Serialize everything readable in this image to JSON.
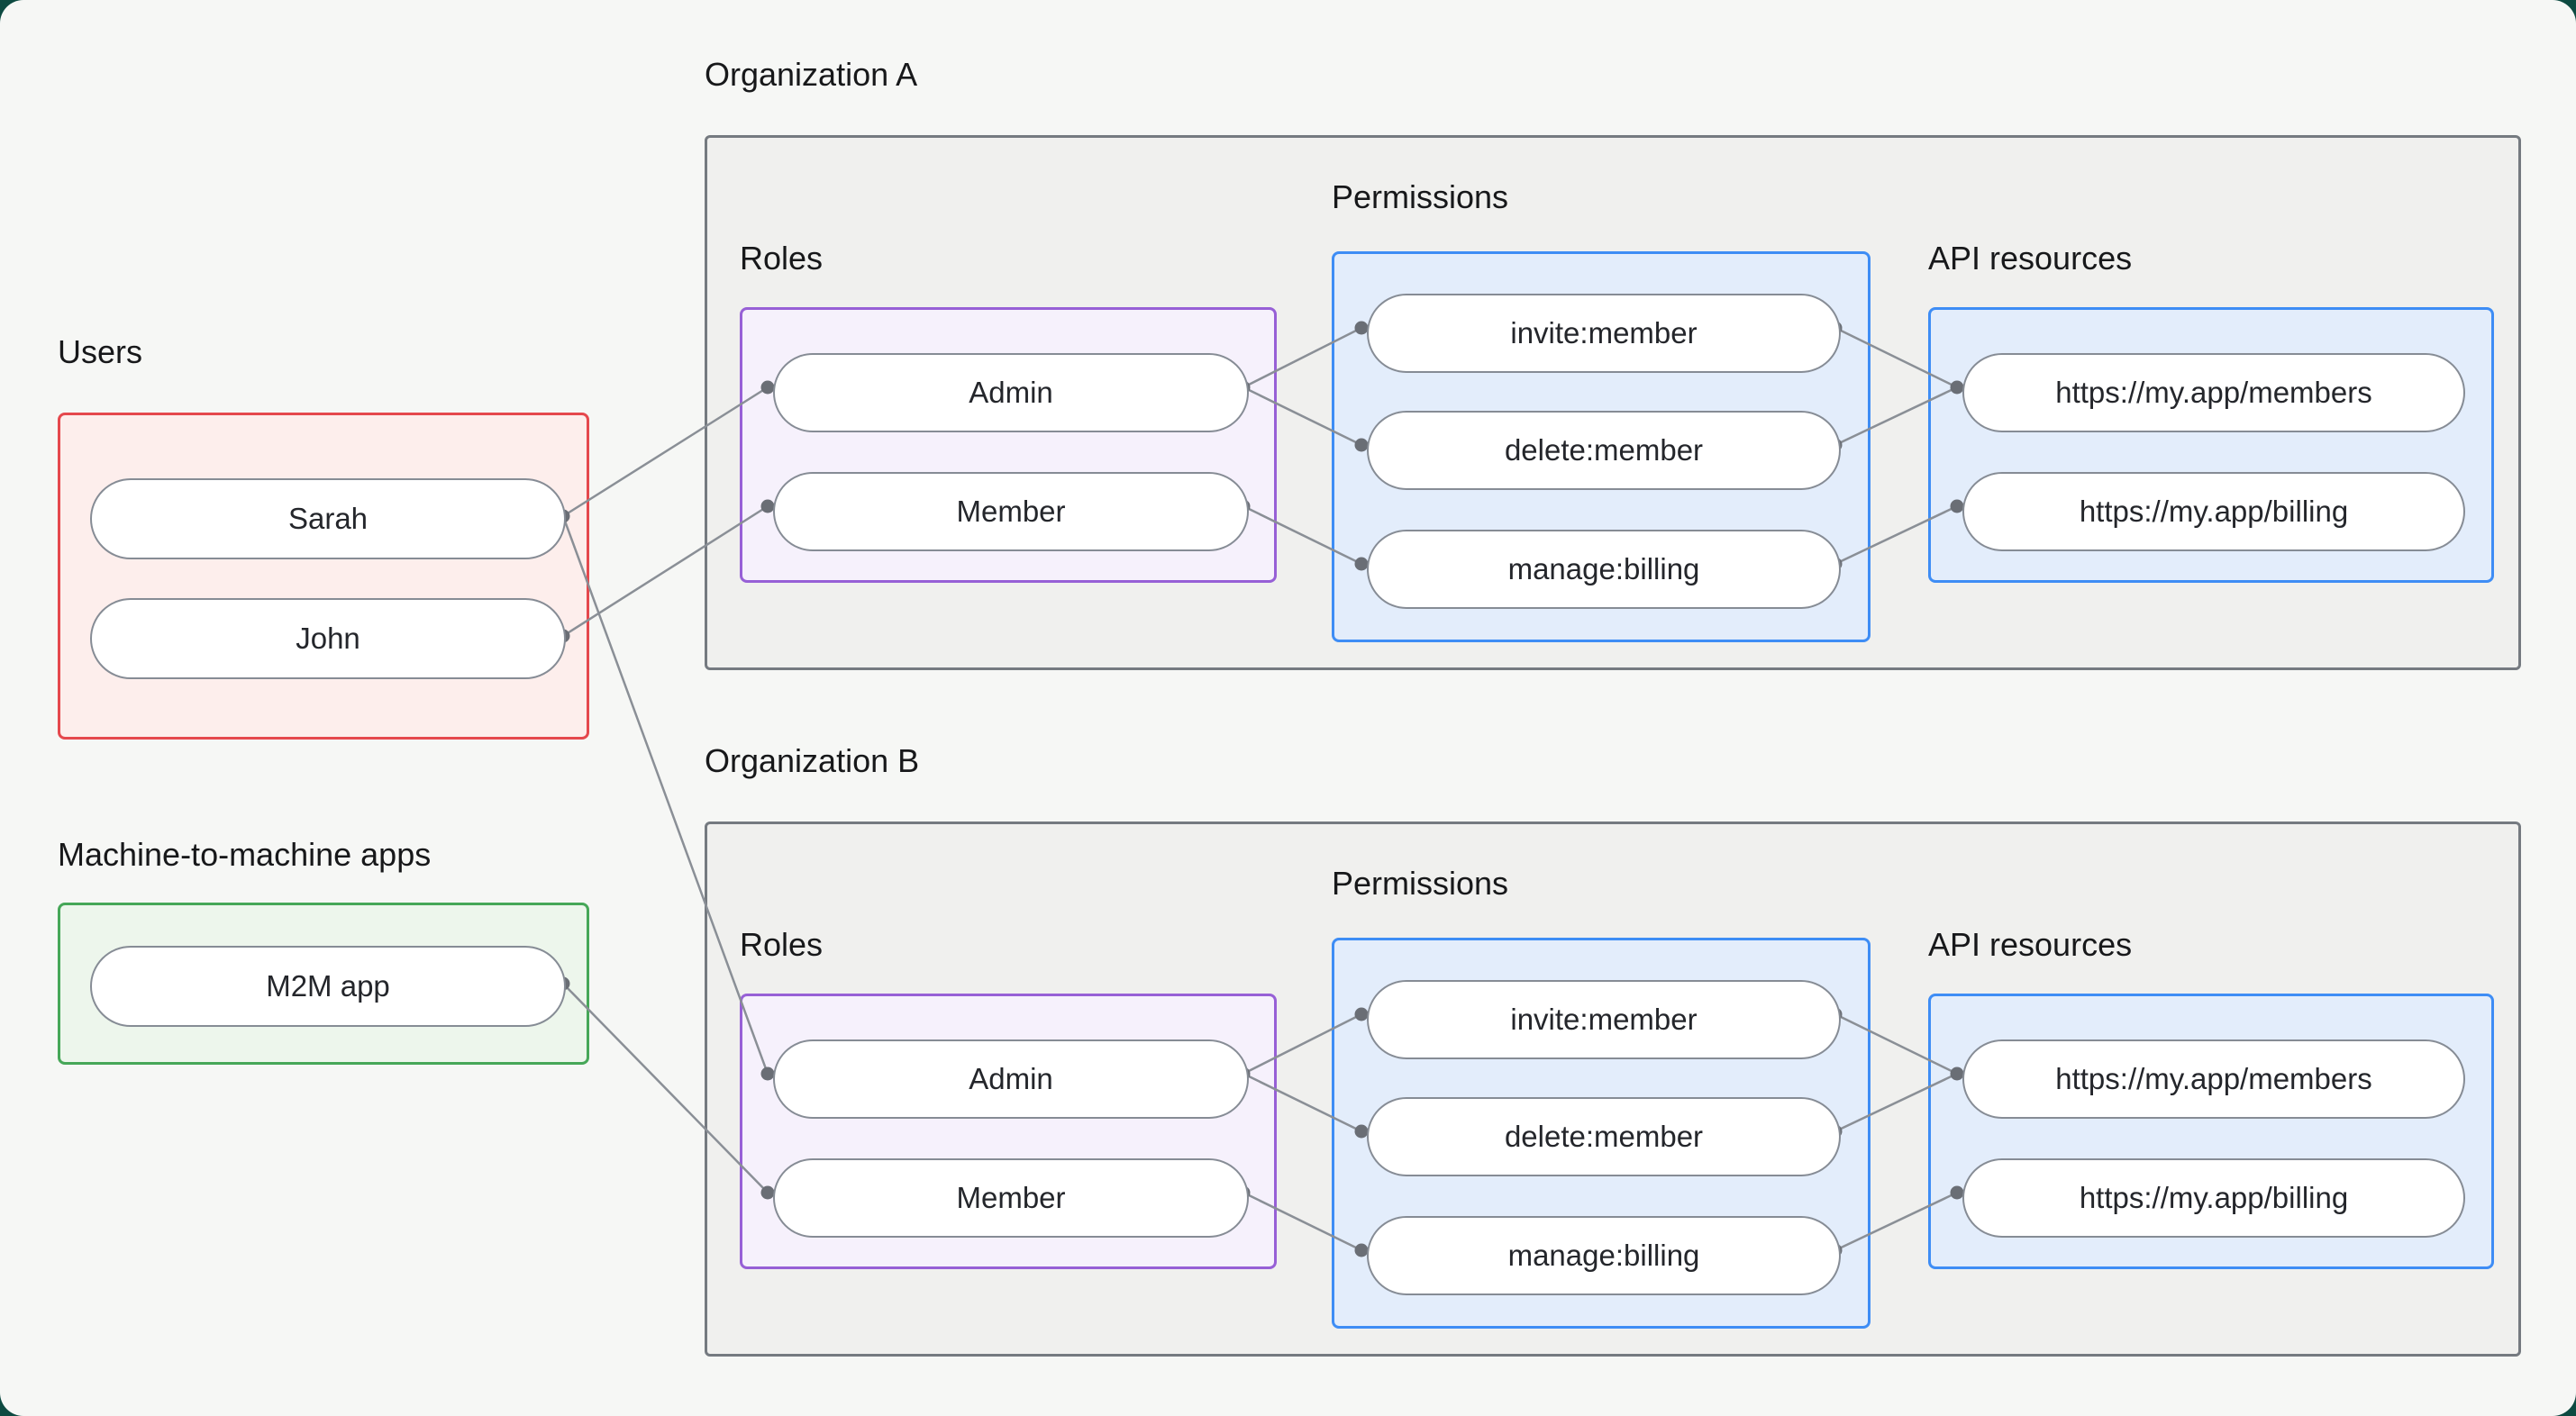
{
  "panel": {
    "outer_background": "#0d4a41",
    "background": "#f6f7f5"
  },
  "users_section": {
    "label": "Users",
    "accent": "#e5484d",
    "items": [
      {
        "label": "Sarah"
      },
      {
        "label": "John"
      }
    ]
  },
  "m2m_section": {
    "label": "Machine-to-machine apps",
    "accent": "#46a758",
    "items": [
      {
        "label": "M2M app"
      }
    ]
  },
  "organizations": [
    {
      "title": "Organization A",
      "roles": {
        "label": "Roles",
        "accent": "#9760d6",
        "items": [
          {
            "label": "Admin"
          },
          {
            "label": "Member"
          }
        ]
      },
      "permissions": {
        "label": "Permissions",
        "accent": "#3e8df5",
        "items": [
          {
            "label": "invite:member"
          },
          {
            "label": "delete:member"
          },
          {
            "label": "manage:billing"
          }
        ]
      },
      "api_resources": {
        "label": "API resources",
        "accent": "#3e8df5",
        "items": [
          {
            "label": "https://my.app/members"
          },
          {
            "label": "https://my.app/billing"
          }
        ]
      }
    },
    {
      "title": "Organization B",
      "roles": {
        "label": "Roles",
        "accent": "#9760d6",
        "items": [
          {
            "label": "Admin"
          },
          {
            "label": "Member"
          }
        ]
      },
      "permissions": {
        "label": "Permissions",
        "accent": "#3e8df5",
        "items": [
          {
            "label": "invite:member"
          },
          {
            "label": "delete:member"
          },
          {
            "label": "manage:billing"
          }
        ]
      },
      "api_resources": {
        "label": "API resources",
        "accent": "#3e8df5",
        "items": [
          {
            "label": "https://my.app/members"
          },
          {
            "label": "https://my.app/billing"
          }
        ]
      }
    }
  ],
  "connections": [
    {
      "from": "user-sarah",
      "to": "orgA-role-admin"
    },
    {
      "from": "user-john",
      "to": "orgA-role-member"
    },
    {
      "from": "user-sarah",
      "to": "orgB-role-admin"
    },
    {
      "from": "app-m2m",
      "to": "orgB-role-member"
    },
    {
      "from": "orgA-role-admin",
      "to": "orgA-perm-invite"
    },
    {
      "from": "orgA-role-admin",
      "to": "orgA-perm-delete"
    },
    {
      "from": "orgA-role-member",
      "to": "orgA-perm-manage"
    },
    {
      "from": "orgA-perm-invite",
      "to": "orgA-api-members"
    },
    {
      "from": "orgA-perm-delete",
      "to": "orgA-api-members"
    },
    {
      "from": "orgA-perm-manage",
      "to": "orgA-api-billing"
    },
    {
      "from": "orgB-role-admin",
      "to": "orgB-perm-invite"
    },
    {
      "from": "orgB-role-admin",
      "to": "orgB-perm-delete"
    },
    {
      "from": "orgB-role-member",
      "to": "orgB-perm-manage"
    },
    {
      "from": "orgB-perm-invite",
      "to": "orgB-api-members"
    },
    {
      "from": "orgB-perm-delete",
      "to": "orgB-api-members"
    },
    {
      "from": "orgB-perm-manage",
      "to": "orgB-api-billing"
    }
  ],
  "wire_style": {
    "stroke": "#8a8f96",
    "dot": "#6a6e75"
  }
}
